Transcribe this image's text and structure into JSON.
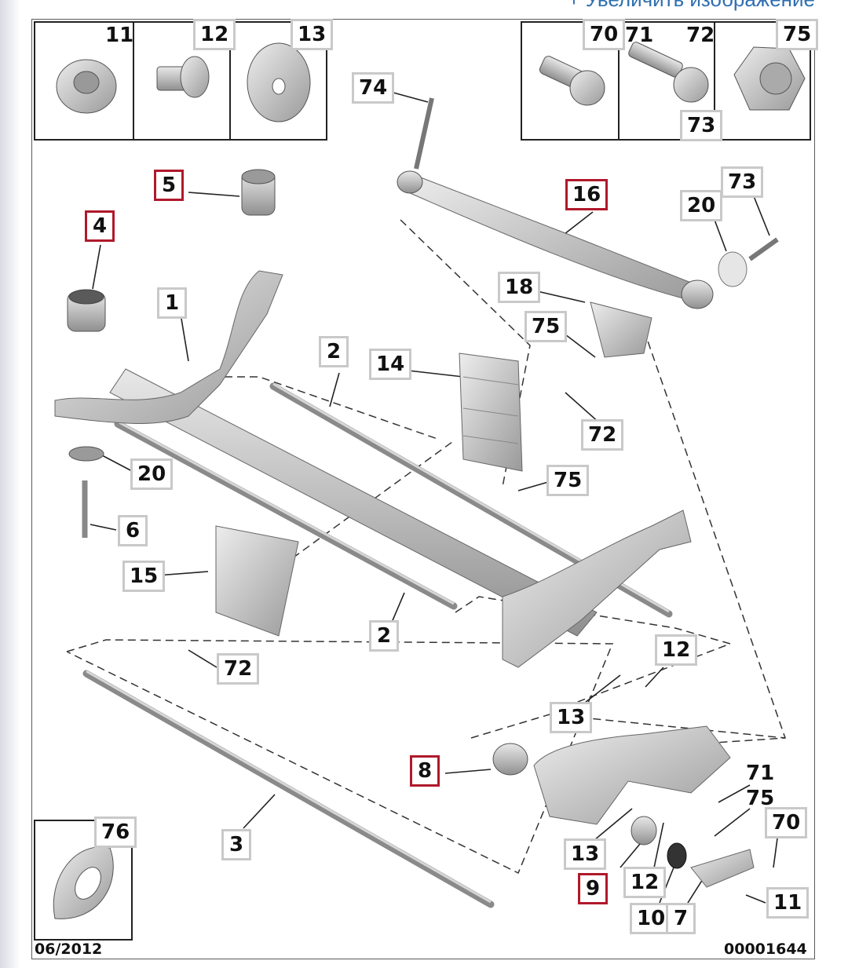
{
  "header_link": "+ Увеличить изображение",
  "footer": {
    "date": "06/2012",
    "code": "00001644"
  },
  "callouts": {
    "c11a": "11",
    "c12a": "12",
    "c13a": "13",
    "c70a": "70",
    "c71a": "71",
    "c72a": "72",
    "c75a": "75",
    "c73a": "73",
    "c74": "74",
    "c5": "5",
    "c4": "4",
    "c1": "1",
    "c16": "16",
    "c73b": "73",
    "c20a": "20",
    "c18": "18",
    "c75b": "75",
    "c2a": "2",
    "c14": "14",
    "c72b": "72",
    "c75c": "75",
    "c20b": "20",
    "c6": "6",
    "c15": "15",
    "c2b": "2",
    "c72c": "72",
    "c12b": "12",
    "c13b": "13",
    "c8": "8",
    "c71b": "71",
    "c75d": "75",
    "c70b": "70",
    "c3": "3",
    "c13c": "13",
    "c12c": "12",
    "c9": "9",
    "c10": "10",
    "c7": "7",
    "c11b": "11",
    "c76": "76"
  },
  "colors": {
    "highlight": "#b0192b",
    "callout_border": "#c9c9c9",
    "part_fill": "#c8c8c8",
    "link": "#2f6fb0"
  }
}
